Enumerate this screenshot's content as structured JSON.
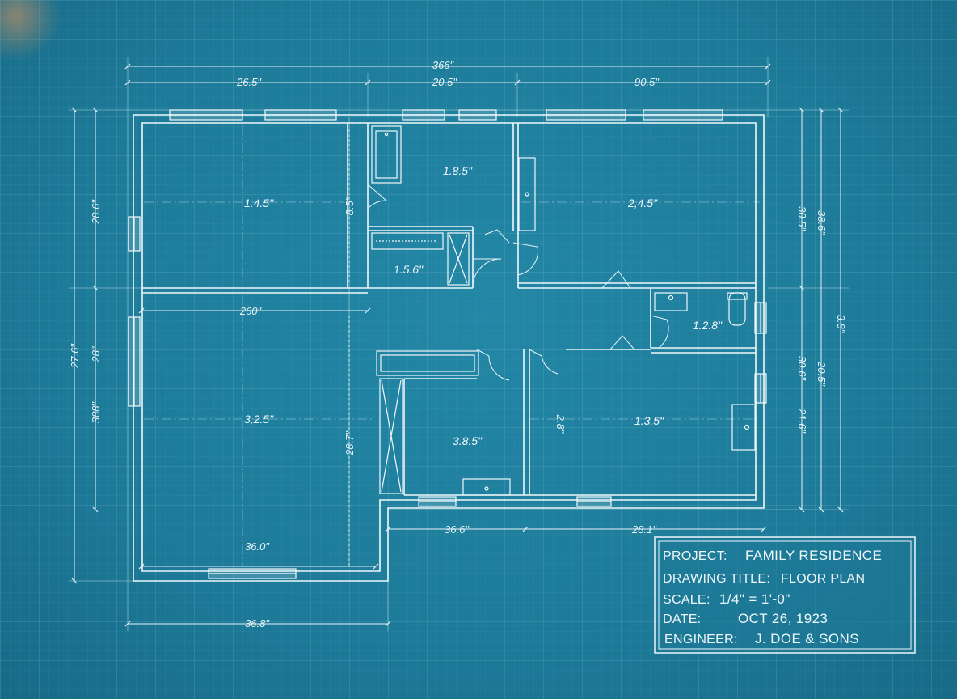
{
  "colors": {
    "background": "#1e7a98",
    "linework": "#e8f4f8",
    "grid": "#3f96b2"
  },
  "dimensions": {
    "overall_width": "366\"",
    "top_left": "26.5\"",
    "top_mid": "20.5\"",
    "top_right": "90.5\"",
    "left_upper": "28.6\"",
    "left_outer": "27.6\"",
    "left_mid": "28\"",
    "left_lower": "388\"",
    "partition_upper": "8.5\"",
    "partition_lower": "28.7\"",
    "living_width": "260\"",
    "bed_bottom": "36.0\"",
    "bottom_overall": "36.8\"",
    "wing_left": "36.6\"",
    "wing_right": "28.1\"",
    "right_upper_inner": "30.5\"",
    "right_upper_outer": "38.6\"",
    "right_overall": "3.8\"",
    "right_mid_inner": "30.6\"",
    "right_mid_outer": "20.5\"",
    "right_lower": "21.6\"",
    "bed2_mid": "2.8\""
  },
  "rooms": {
    "room_a": "1.4.5\"",
    "bath_upper": "1.8.5\"",
    "room_b": "2,4.5\"",
    "closet": "1.5.6\"",
    "bath_right": "1.2.8\"",
    "room_c": "3,2.5\"",
    "room_d": "3.8.5\"",
    "room_e": "1.3.5\""
  },
  "title_block": {
    "project_label": "PROJECT:",
    "project_value": "FAMILY RESIDENCE",
    "drawing_label": "DRAWING TITLE:",
    "drawing_value": "FLOOR PLAN",
    "scale_label": "SCALE:",
    "scale_value": "1/4\" = 1'-0\"",
    "date_label": "DATE:",
    "date_value": "OCT 26, 1923",
    "engineer_label": "ENGINEER:",
    "engineer_value": "J. DOE & SONS"
  }
}
